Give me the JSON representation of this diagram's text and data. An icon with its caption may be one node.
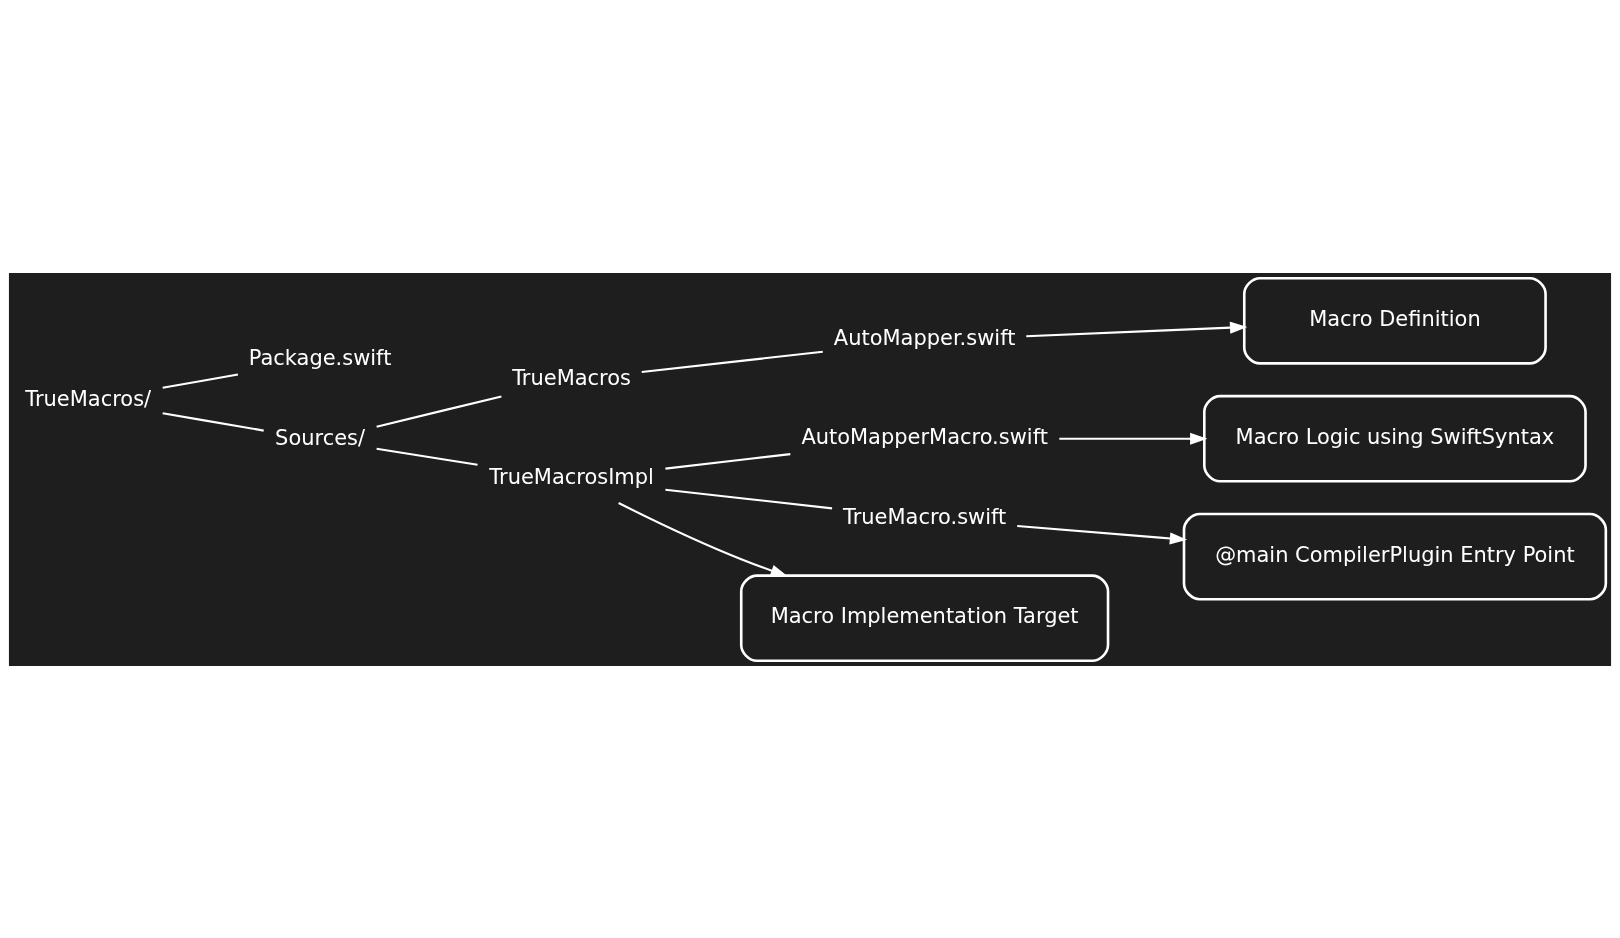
{
  "diagram": {
    "nodes": [
      {
        "text": [
          "TrueMacros/"
        ]
      },
      {
        "text": [
          "Package.swift"
        ]
      },
      {
        "text": [
          "Sources/"
        ]
      },
      {
        "text": [
          "TrueMacros"
        ]
      },
      {
        "text": [
          "AutoMapper.swift"
        ]
      },
      {
        "text": [
          "TrueMacrosImpl"
        ]
      },
      {
        "text": [
          "AutoMapperMacro.swift"
        ]
      },
      {
        "text": [
          "TrueMacro.swift"
        ]
      },
      {
        "text": [
          "Macro Definition"
        ]
      },
      {
        "text": [
          "Macro Implementation Target"
        ]
      },
      {
        "text": [
          "Macro Logic using SwiftSyntax"
        ]
      },
      {
        "text": [
          "@main CompilerPlugin Entry Point"
        ]
      }
    ],
    "edges": [
      {
        "from": 0,
        "to": 1,
        "arrow": "none"
      },
      {
        "from": 0,
        "to": 2,
        "arrow": "none"
      },
      {
        "from": 2,
        "to": 3,
        "arrow": "none"
      },
      {
        "from": 2,
        "to": 5,
        "arrow": "none"
      },
      {
        "from": 3,
        "to": 4,
        "arrow": "none"
      },
      {
        "from": 5,
        "to": 6,
        "arrow": "none"
      },
      {
        "from": 5,
        "to": 7,
        "arrow": "none"
      },
      {
        "from": 4,
        "to": 8,
        "arrow": "to"
      },
      {
        "from": 5,
        "to": 9,
        "arrow": "to"
      },
      {
        "from": 6,
        "to": 10,
        "arrow": "to"
      },
      {
        "from": 7,
        "to": 11,
        "arrow": "to"
      }
    ]
  }
}
